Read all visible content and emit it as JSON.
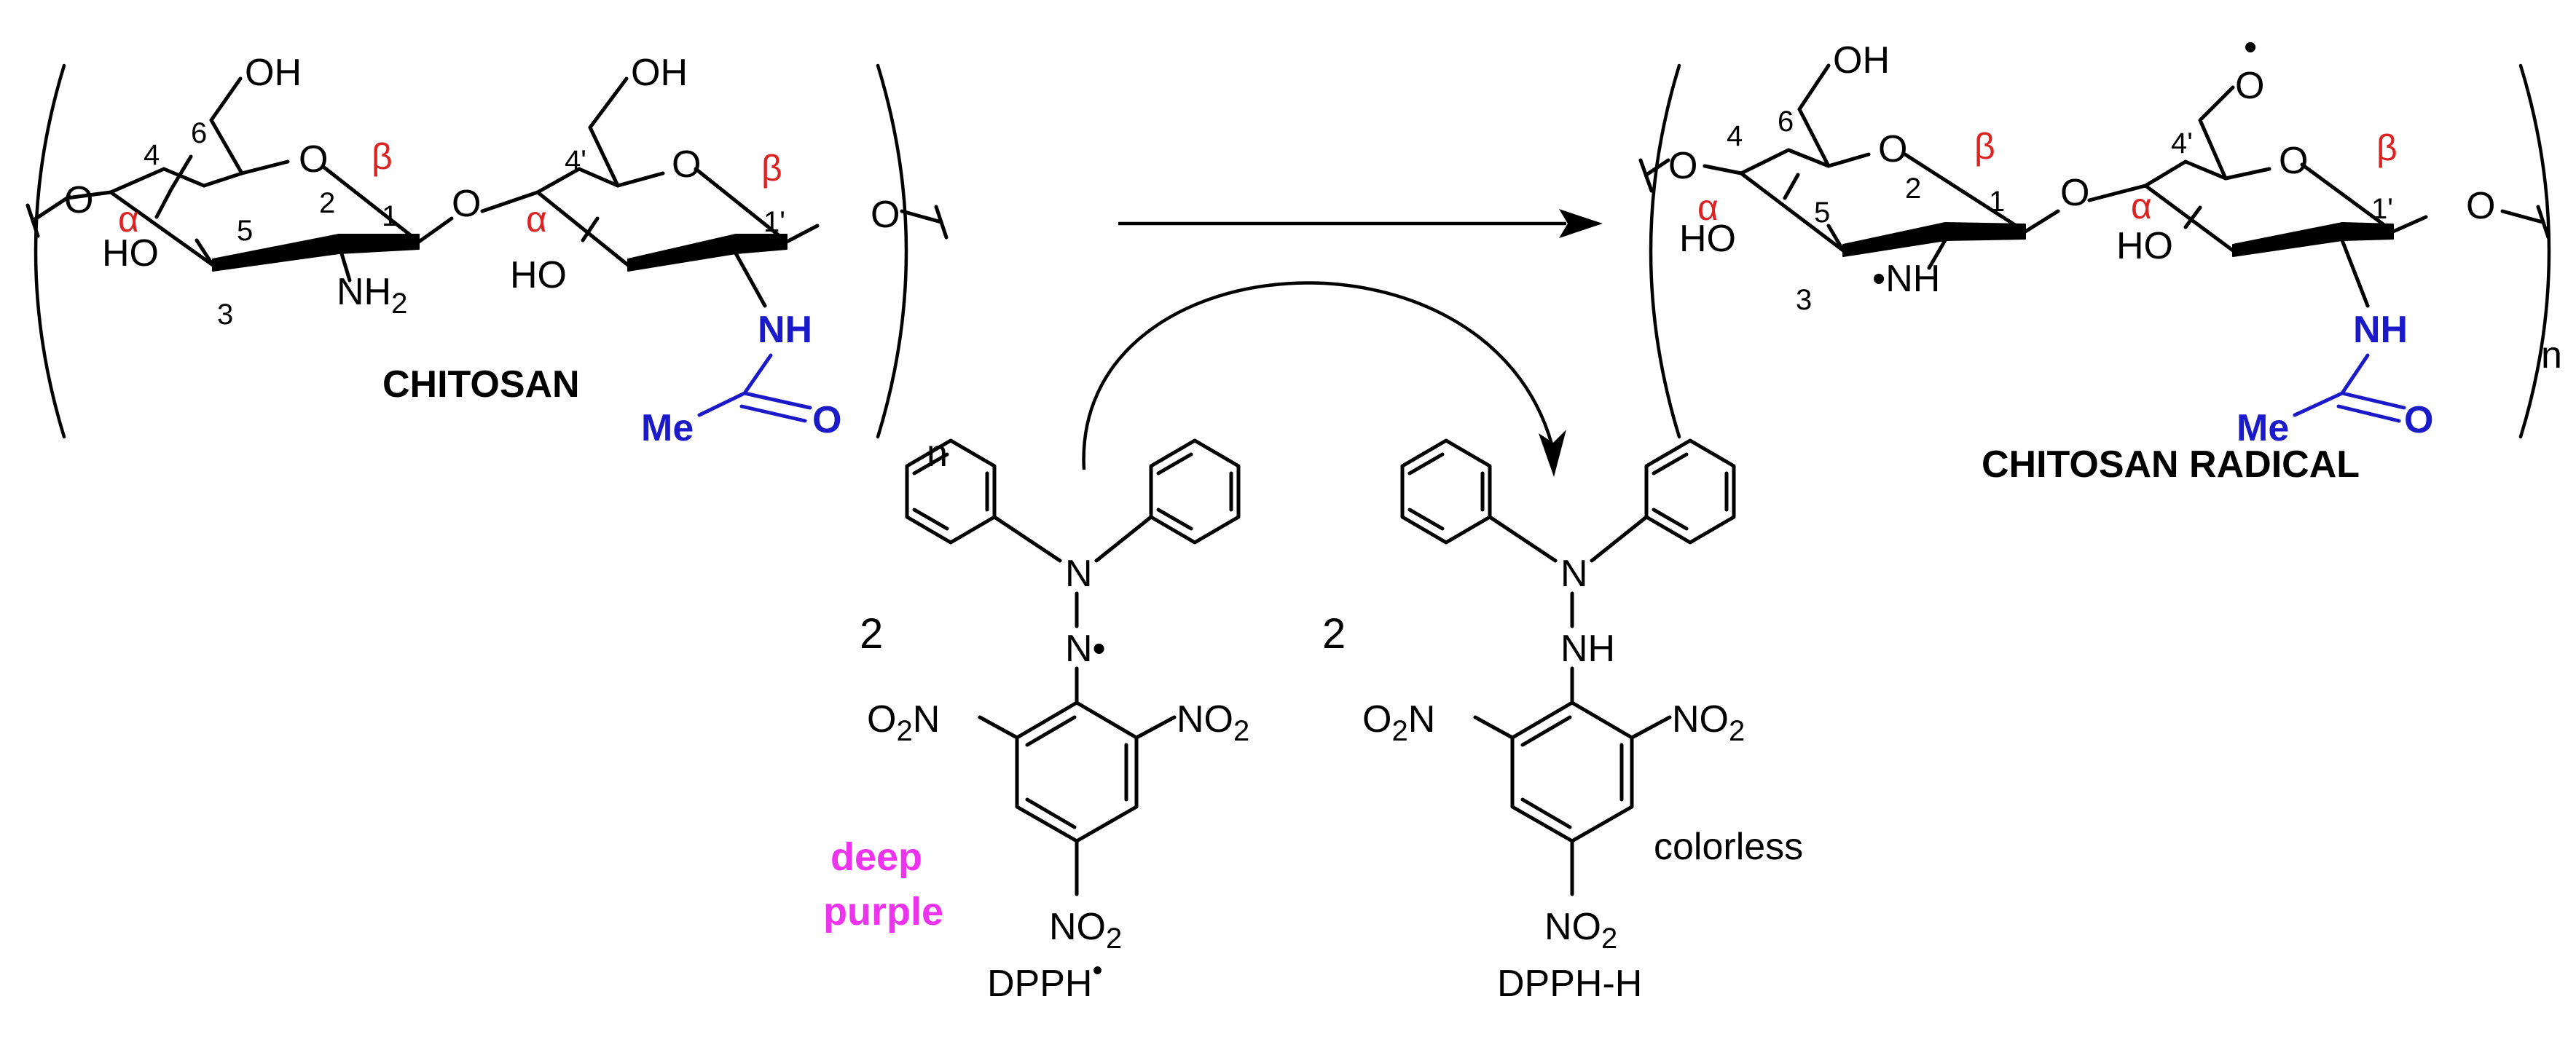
{
  "colors": {
    "text": "#000000",
    "label_red": "#dd2222",
    "acetyl_blue": "#1a1ac8",
    "purple_label": "#ee33ee",
    "background": "#ffffff"
  },
  "atoms": {
    "oh": "OH",
    "o": "O",
    "ho": "HO",
    "n": "N",
    "nh": "NH",
    "nh_radical": "•NH",
    "n_radical": "N•",
    "nh_amine": "NH",
    "sub_2": "2",
    "o2": "O",
    "n_of_o2n": "N",
    "no": "NO",
    "oxyl_dot": "•"
  },
  "positions": {
    "c1": "1",
    "c2": "2",
    "c3": "3",
    "c4": "4",
    "c5": "5",
    "c6": "6",
    "c1_prime": "1'",
    "c4_prime": "4'"
  },
  "linkage_labels": {
    "alpha": "α",
    "beta": "β"
  },
  "acetyl": {
    "nh": "NH",
    "me": "Me",
    "o": "O"
  },
  "repeat_subscript": "n",
  "compounds": {
    "chitosan": {
      "name": "CHITOSAN"
    },
    "chitosan_radical": {
      "name": "CHITOSAN RADICAL"
    },
    "dpph_radical": {
      "coefficient": "2",
      "name": "DPPH",
      "name_superscript": "•",
      "color_line_1": "deep",
      "color_line_2": "purple"
    },
    "dpph_h": {
      "coefficient": "2",
      "name": "DPPH-H",
      "color_label": "colorless"
    }
  }
}
